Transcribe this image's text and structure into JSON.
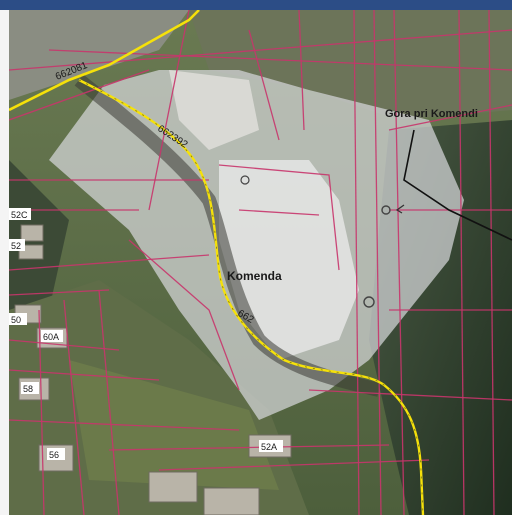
{
  "map": {
    "places": {
      "village": "Komenda",
      "nearby_settlement": "Gora pri Komendi"
    },
    "road_labels": {
      "road_1": "662081",
      "road_2": "662392",
      "road_3": "662"
    },
    "house_numbers": {
      "h52c": "52C",
      "h52": "52",
      "h50": "50",
      "h60a": "60A",
      "h58": "58",
      "h56": "56",
      "h52a": "52A"
    }
  },
  "colors": {
    "parcel_lines": "#c8356b",
    "road_line": "#f5e10a",
    "forest": "#2d3e2a",
    "field": "#556b45",
    "quarry_overlay": "#d9d9dd",
    "header_bar": "#2c4d86"
  }
}
